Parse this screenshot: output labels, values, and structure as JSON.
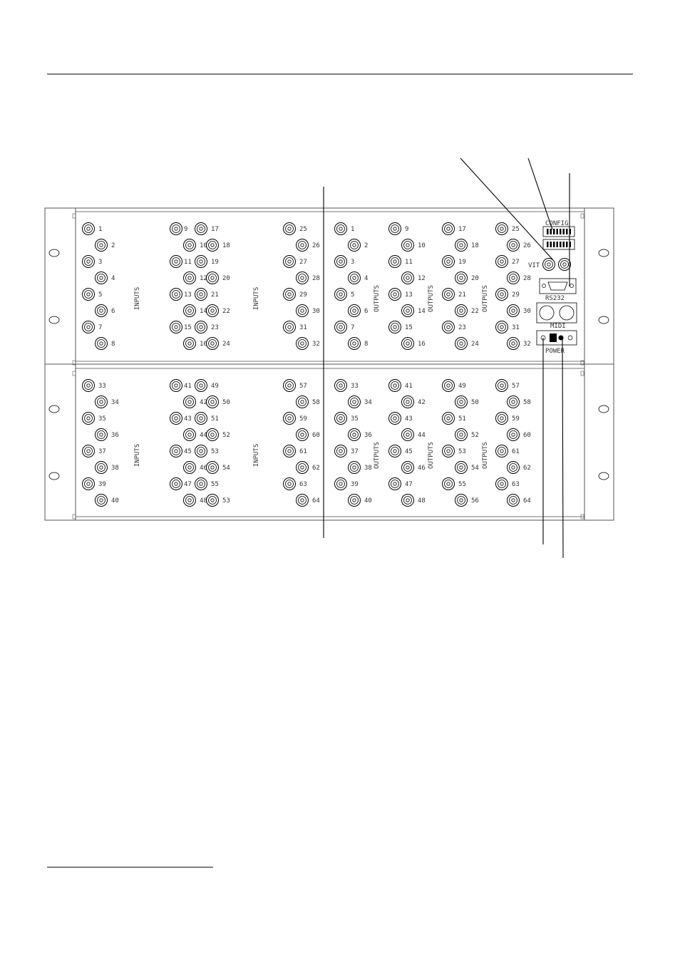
{
  "panel": {
    "upper_group_labels": [
      "INPUTS",
      "INPUTS",
      "OUTPUTS",
      "OUTPUTS",
      "OUTPUTS"
    ],
    "lower_group_labels": [
      "INPUTS",
      "INPUTS",
      "OUTPUTS",
      "OUTPUTS",
      "OUTPUTS"
    ],
    "upper_columns": [
      {
        "left": [
          "1",
          "3",
          "5",
          "7"
        ],
        "right": [
          "2",
          "4",
          "6",
          "8"
        ]
      },
      {
        "left": [
          "9",
          "11",
          "13",
          "15"
        ],
        "right": [
          "10",
          "12",
          "14",
          "16"
        ]
      },
      {
        "left": [
          "17",
          "19",
          "21",
          "23"
        ],
        "right": [
          "18",
          "20",
          "22",
          "24"
        ]
      },
      {
        "left": [
          "25",
          "27",
          "29",
          "31"
        ],
        "right": [
          "26",
          "28",
          "30",
          "32"
        ]
      },
      {
        "left": [
          "1",
          "3",
          "5",
          "7"
        ],
        "right": [
          "2",
          "4",
          "6",
          "8"
        ]
      },
      {
        "left": [
          "9",
          "11",
          "13",
          "15"
        ],
        "right": [
          "10",
          "12",
          "14",
          "16"
        ]
      },
      {
        "left": [
          "17",
          "19",
          "21",
          "23"
        ],
        "right": [
          "18",
          "20",
          "22",
          "24"
        ]
      },
      {
        "left": [
          "25",
          "27",
          "29",
          "31"
        ],
        "right": [
          "26",
          "28",
          "30",
          "32"
        ]
      }
    ],
    "lower_columns": [
      {
        "left": [
          "33",
          "35",
          "37",
          "39"
        ],
        "right": [
          "34",
          "36",
          "38",
          "40"
        ]
      },
      {
        "left": [
          "41",
          "43",
          "45",
          "47"
        ],
        "right": [
          "42",
          "44",
          "46",
          "48"
        ]
      },
      {
        "left": [
          "49",
          "51",
          "53",
          "55"
        ],
        "right": [
          "50",
          "52",
          "54",
          "53"
        ]
      },
      {
        "left": [
          "57",
          "59",
          "61",
          "63"
        ],
        "right": [
          "58",
          "60",
          "62",
          "64"
        ]
      },
      {
        "left": [
          "33",
          "35",
          "37",
          "39"
        ],
        "right": [
          "34",
          "36",
          "38",
          "40"
        ]
      },
      {
        "left": [
          "41",
          "43",
          "45",
          "47"
        ],
        "right": [
          "42",
          "44",
          "46",
          "48"
        ]
      },
      {
        "left": [
          "49",
          "51",
          "53",
          "55"
        ],
        "right": [
          "50",
          "52",
          "54",
          "56"
        ]
      },
      {
        "left": [
          "57",
          "59",
          "61",
          "63"
        ],
        "right": [
          "58",
          "60",
          "62",
          "64"
        ]
      }
    ],
    "config_label": "CONFIG",
    "vit_label": "VIT",
    "rs232_label": "RS232",
    "midi_label": "MIDI",
    "power_label": "POWER"
  }
}
